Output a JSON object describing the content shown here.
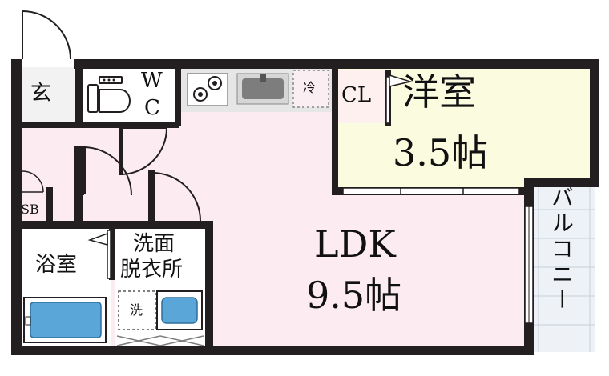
{
  "rooms": {
    "genkan": "玄",
    "wc_w": "W",
    "wc_c": "C",
    "closet": "CL",
    "western_room": "洋室",
    "western_size": "3.5帖",
    "ldk": "LDK",
    "ldk_size": "9.5帖",
    "bathroom": "浴室",
    "washroom_line1": "洗面",
    "washroom_line2": "脱衣所",
    "shoe_box": "SB",
    "balcony": "バルコニー"
  },
  "fixtures": {
    "refrigerator": "冷",
    "washer": "洗"
  },
  "colors": {
    "wall": "#231f20",
    "ldk_floor": "#fcebf1",
    "western_floor": "#fbfbe0",
    "closet_floor": "#fdf0ef",
    "bath_fixture": "#5aa6d8",
    "balcony_floor": "#eef2f7"
  }
}
